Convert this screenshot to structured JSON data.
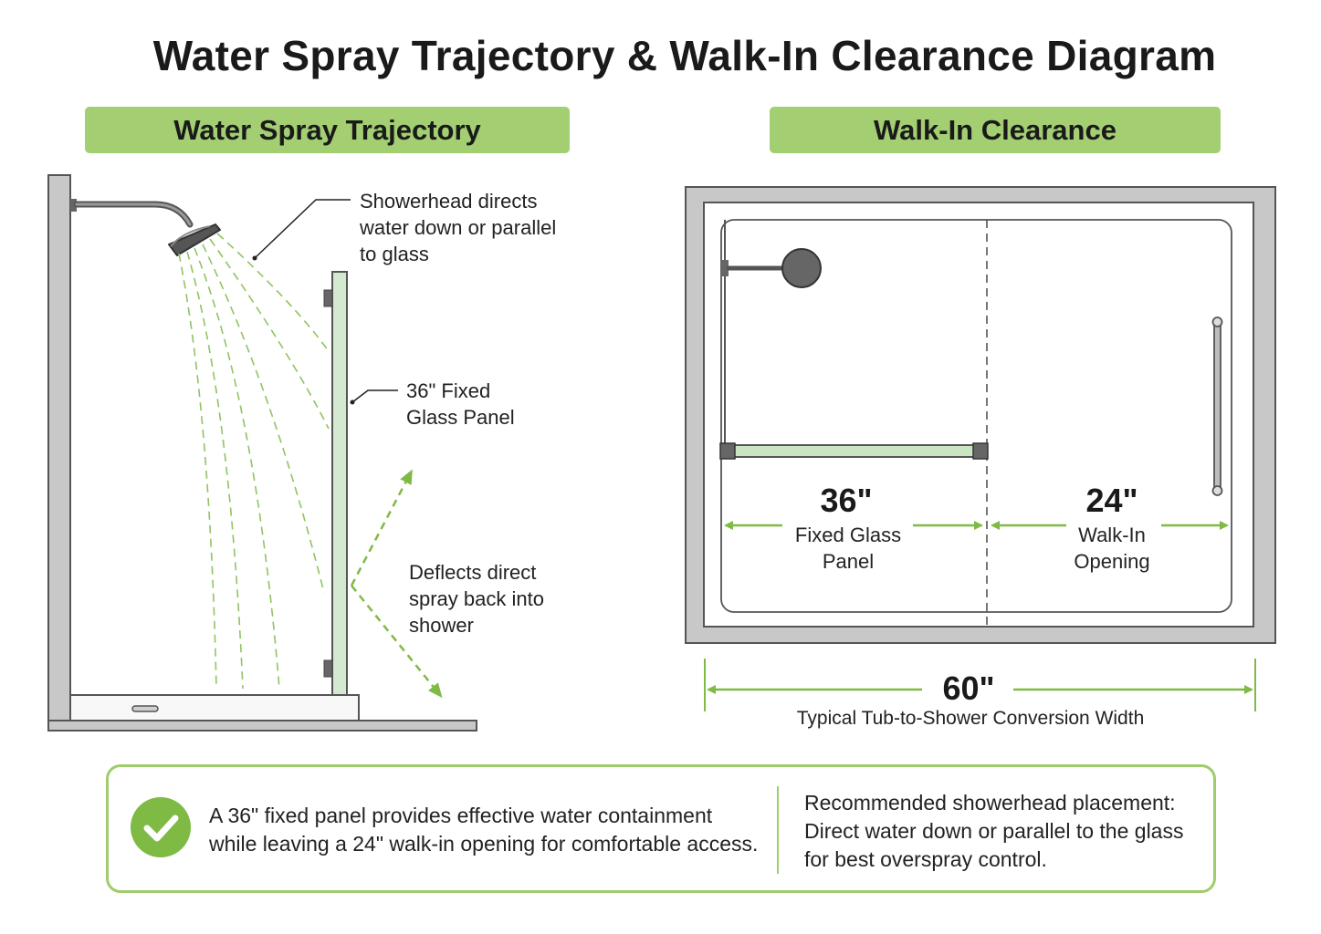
{
  "title": "Water Spray Trajectory & Walk-In Clearance Diagram",
  "left_panel": {
    "header": "Water Spray Trajectory",
    "showerhead_note": [
      "Showerhead directs",
      "water down or parallel",
      "to glass"
    ],
    "glass_note": [
      "36\" Fixed",
      "Glass Panel"
    ],
    "deflect_note": [
      "Deflects direct",
      "spray back into",
      "shower"
    ]
  },
  "right_panel": {
    "header": "Walk-In Clearance",
    "fixed_dim": "36\"",
    "fixed_label": [
      "Fixed Glass",
      "Panel"
    ],
    "opening_dim": "24\"",
    "opening_label": [
      "Walk-In",
      "Opening"
    ],
    "total_dim": "60\"",
    "total_label": "Typical Tub-to-Shower Conversion Width"
  },
  "summary": {
    "left": [
      "A 36\" fixed panel provides effective water containment",
      "while leaving a 24\" walk-in opening for comfortable access."
    ],
    "right": [
      "Recommended showerhead placement:",
      "Direct water down or parallel to the glass",
      "for best overspray control."
    ]
  },
  "colors": {
    "accent": "#a3cf72",
    "accent_dark": "#7fba45",
    "glass": "#d4ead0",
    "wall": "#c8c8c8",
    "outline": "#555555"
  },
  "icons": [
    "showerhead-icon",
    "check-icon",
    "door-handle-icon"
  ]
}
